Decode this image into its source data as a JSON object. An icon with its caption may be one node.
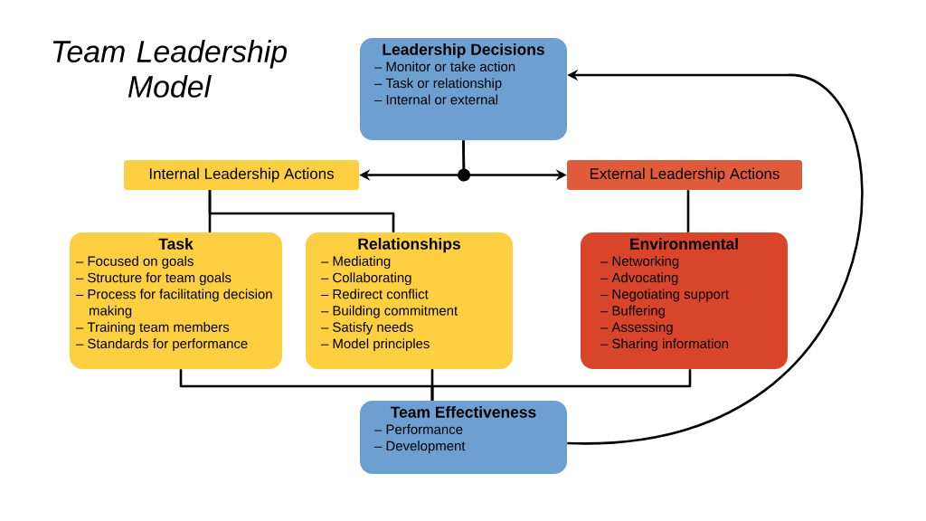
{
  "diagram": {
    "title": "Team Leadership Model",
    "nodes": [
      {
        "text": [
          "Leadership Decisions",
          "– Monitor or take action",
          "– Task or relationship",
          "– Internal or external"
        ]
      },
      {
        "text": [
          "Internal Leadership Actions"
        ]
      },
      {
        "text": [
          "External Leadership Actions"
        ]
      },
      {
        "text": [
          "Task",
          "– Focused on goals",
          "– Structure for team goals",
          "– Process for facilitating decision making",
          "– Training team members",
          "– Standards for performance"
        ]
      },
      {
        "text": [
          "Relationships",
          "– Mediating",
          "– Collaborating",
          "– Redirect conflict",
          "– Building commitment",
          "– Satisfy needs",
          "– Model principles"
        ]
      },
      {
        "text": [
          "Environmental",
          "– Networking",
          "– Advocating",
          "– Negotiating support",
          "– Buffering",
          "– Assessing",
          "– Sharing information"
        ]
      },
      {
        "text": [
          "Team Effectiveness",
          "– Performance",
          "– Development"
        ]
      }
    ],
    "edges": [
      {
        "from": 0,
        "to": 1,
        "arrow": "to"
      },
      {
        "from": 0,
        "to": 2,
        "arrow": "to"
      },
      {
        "from": 1,
        "to": 3,
        "arrow": "none"
      },
      {
        "from": 1,
        "to": 4,
        "arrow": "none"
      },
      {
        "from": 2,
        "to": 5,
        "arrow": "none"
      },
      {
        "from": 3,
        "to": 6,
        "arrow": "none"
      },
      {
        "from": 4,
        "to": 6,
        "arrow": "none"
      },
      {
        "from": 5,
        "to": 6,
        "arrow": "none"
      },
      {
        "from": 6,
        "to": 0,
        "arrow": "to"
      }
    ]
  }
}
